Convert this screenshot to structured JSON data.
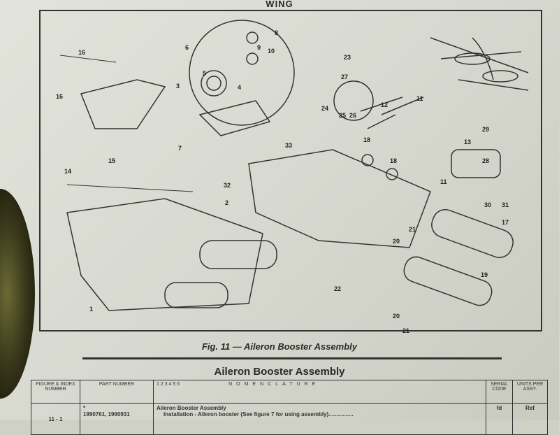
{
  "header": {
    "section": "WING"
  },
  "figure": {
    "caption": "Fig. 11 — Aileron Booster Assembly",
    "callouts": [
      "16",
      "3",
      "16",
      "14",
      "15",
      "6",
      "5",
      "8",
      "9",
      "10",
      "4",
      "7",
      "32",
      "33",
      "23",
      "27",
      "24",
      "25",
      "26",
      "12",
      "11",
      "13",
      "29",
      "28",
      "30",
      "31",
      "2",
      "18",
      "18",
      "11",
      "21",
      "20",
      "17",
      "22",
      "19",
      "20",
      "21",
      "1"
    ]
  },
  "table": {
    "title": "Aileron Booster Assembly",
    "headers": {
      "index": "FIGURE & INDEX NUMBER",
      "part": "PART NUMBER",
      "levels": "1 2 3 4 5 6",
      "nomenclature": "NOMENCLATURE",
      "serial": "SERIAL CODE",
      "units": "UNITS PER ASSY."
    },
    "rows": [
      {
        "index": "11 - 1",
        "mark": "*",
        "part": "1990761, 1990931",
        "name": "Aileron Booster Assembly",
        "detail": "Installation - Aileron booster (See figure 7 for using assembly)................",
        "serial": "fd",
        "units": "Ref"
      }
    ]
  }
}
